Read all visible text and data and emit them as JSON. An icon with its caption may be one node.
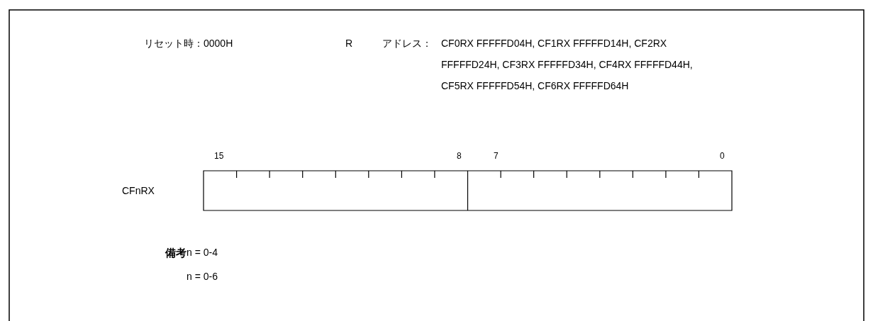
{
  "diagram": {
    "labels": [
      "リセット時：0000H",
      "R",
      "アドレス：",
      "CF0RX FFFFFD04H, CF1RX FFFFFD14H, CF2RX FFFFFD24H, CF3RX FFFFFD34H, CF4RX FFFFFD44H, CF5RX FFFFFD54H, CF6RX FFFFFD64H",
      "15",
      "8",
      "7",
      "0",
      "CFnRX",
      "備考",
      "n = 0-4",
      "n = 0-6"
    ]
  }
}
